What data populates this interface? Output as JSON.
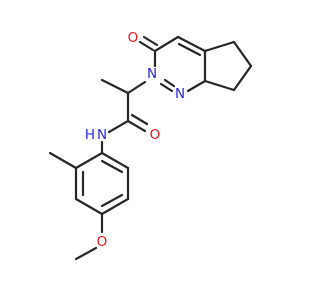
{
  "atoms": {
    "o_carbonyl_ring": {
      "symbol": "O",
      "color": "#e8151b"
    },
    "n_ring_1": {
      "symbol": "N",
      "color": "#2a2ad6"
    },
    "n_ring_2": {
      "symbol": "N",
      "color": "#2a2ad6"
    },
    "o_amide": {
      "symbol": "O",
      "color": "#e8151b"
    },
    "n_amide": {
      "symbol": "N",
      "color": "#2a2ad6"
    },
    "h_amide": {
      "symbol": "H",
      "color": "#2a2ad6"
    },
    "o_methoxy": {
      "symbol": "O",
      "color": "#e8151b"
    }
  },
  "bond_color": "#262626"
}
